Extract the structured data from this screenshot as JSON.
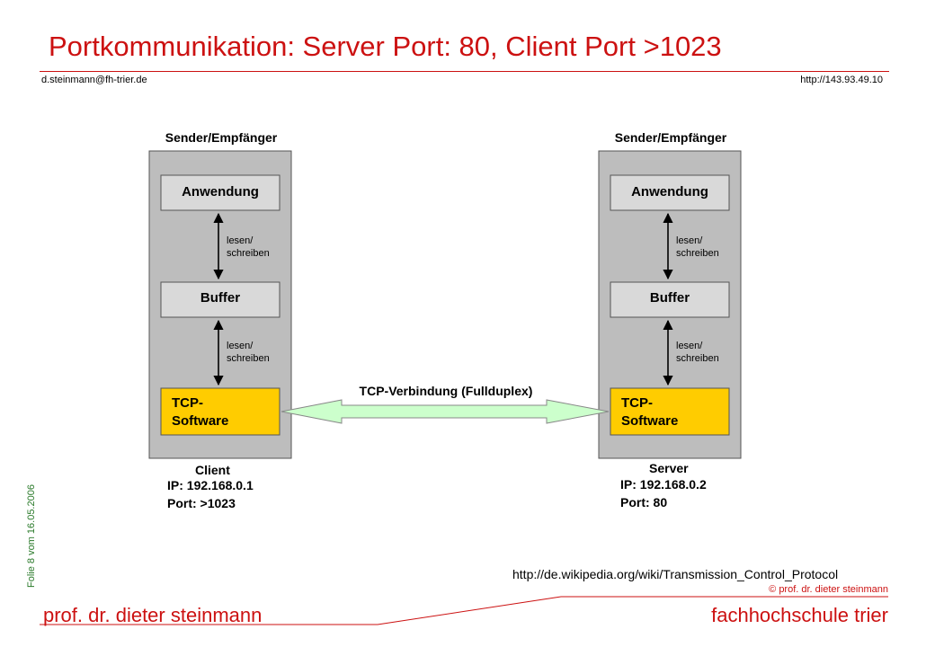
{
  "header": {
    "title": "Portkommunikation: Server Port: 80, Client Port >1023",
    "email": "d.steinmann@fh-trier.de",
    "url": "http://143.93.49.10"
  },
  "side_label": "Folie 8 vom 16.05.2006",
  "colors": {
    "accent": "#cc1111",
    "panel": "#bdbdbd",
    "box": "#d9d9d9",
    "tcp_box": "#ffcc00",
    "connection_fill": "#ccffcc",
    "side_label": "#2a7a2a"
  },
  "diagram": {
    "client_stack": {
      "header": "Sender/Empfänger",
      "app": "Anwendung",
      "buffer": "Buffer",
      "tcp_line1": "TCP-",
      "tcp_line2": "Software",
      "rw1_line1": "lesen/",
      "rw1_line2": "schreiben",
      "rw2_line1": "lesen/",
      "rw2_line2": "schreiben",
      "name": "Client",
      "ip": "IP: 192.168.0.1",
      "port": "Port:  >1023"
    },
    "server_stack": {
      "header": "Sender/Empfänger",
      "app": "Anwendung",
      "buffer": "Buffer",
      "tcp_line1": "TCP-",
      "tcp_line2": "Software",
      "rw1_line1": "lesen/",
      "rw1_line2": "schreiben",
      "rw2_line1": "lesen/",
      "rw2_line2": "schreiben",
      "name": "Server",
      "ip": "IP: 192.168.0.2",
      "port": "Port: 80"
    },
    "connection_label": "TCP-Verbindung (Fullduplex)"
  },
  "footer": {
    "wiki_link": "http://de.wikipedia.org/wiki/Transmission_Control_Protocol",
    "copyright": "© prof. dr. dieter steinmann",
    "left": "prof. dr. dieter steinmann",
    "right": "fachhochschule trier"
  }
}
